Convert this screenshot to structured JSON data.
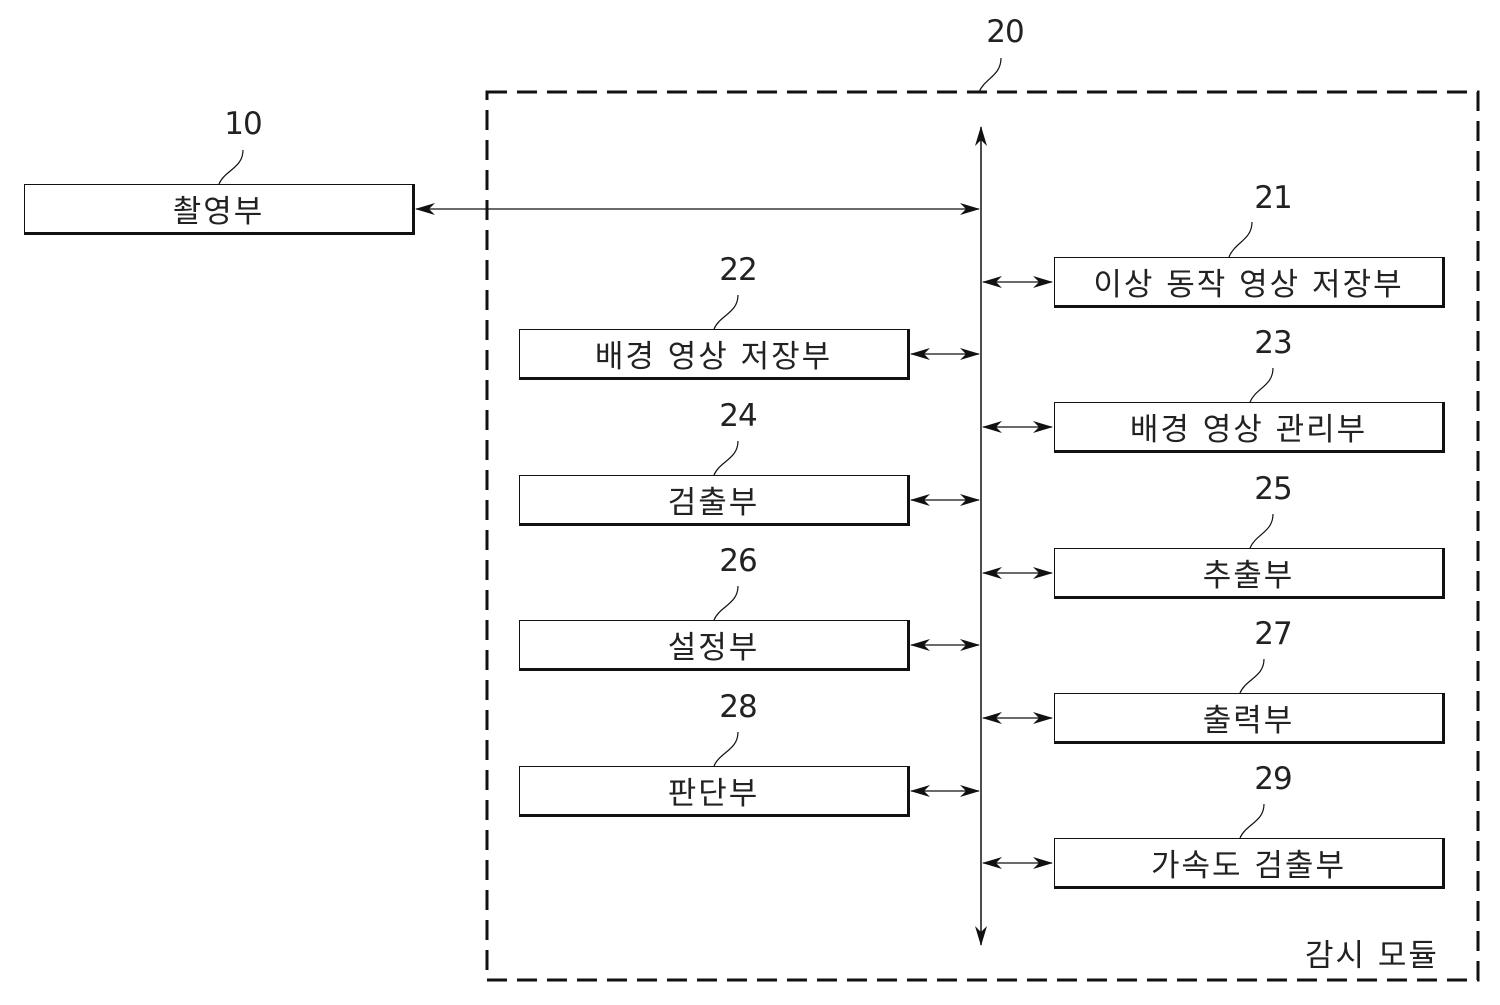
{
  "diagram": {
    "camera": {
      "ref": "10",
      "label": "촬영부"
    },
    "module": {
      "ref": "20",
      "label": "감시 모듈"
    },
    "left_blocks": [
      {
        "ref": "22",
        "label": "배경 영상 저장부"
      },
      {
        "ref": "24",
        "label": "검출부"
      },
      {
        "ref": "26",
        "label": "설정부"
      },
      {
        "ref": "28",
        "label": "판단부"
      }
    ],
    "right_blocks": [
      {
        "ref": "21",
        "label": "이상 동작 영상 저장부"
      },
      {
        "ref": "23",
        "label": "배경 영상 관리부"
      },
      {
        "ref": "25",
        "label": "추출부"
      },
      {
        "ref": "27",
        "label": "출력부"
      },
      {
        "ref": "29",
        "label": "가속도 검출부"
      }
    ],
    "connections": [
      {
        "from": "10",
        "to": "bus",
        "type": "bidirectional"
      },
      {
        "from": "21",
        "to": "bus",
        "type": "bidirectional"
      },
      {
        "from": "22",
        "to": "bus",
        "type": "bidirectional"
      },
      {
        "from": "23",
        "to": "bus",
        "type": "bidirectional"
      },
      {
        "from": "24",
        "to": "bus",
        "type": "bidirectional"
      },
      {
        "from": "25",
        "to": "bus",
        "type": "bidirectional"
      },
      {
        "from": "26",
        "to": "bus",
        "type": "bidirectional"
      },
      {
        "from": "27",
        "to": "bus",
        "type": "bidirectional"
      },
      {
        "from": "28",
        "to": "bus",
        "type": "bidirectional"
      },
      {
        "from": "29",
        "to": "bus",
        "type": "bidirectional"
      }
    ]
  }
}
